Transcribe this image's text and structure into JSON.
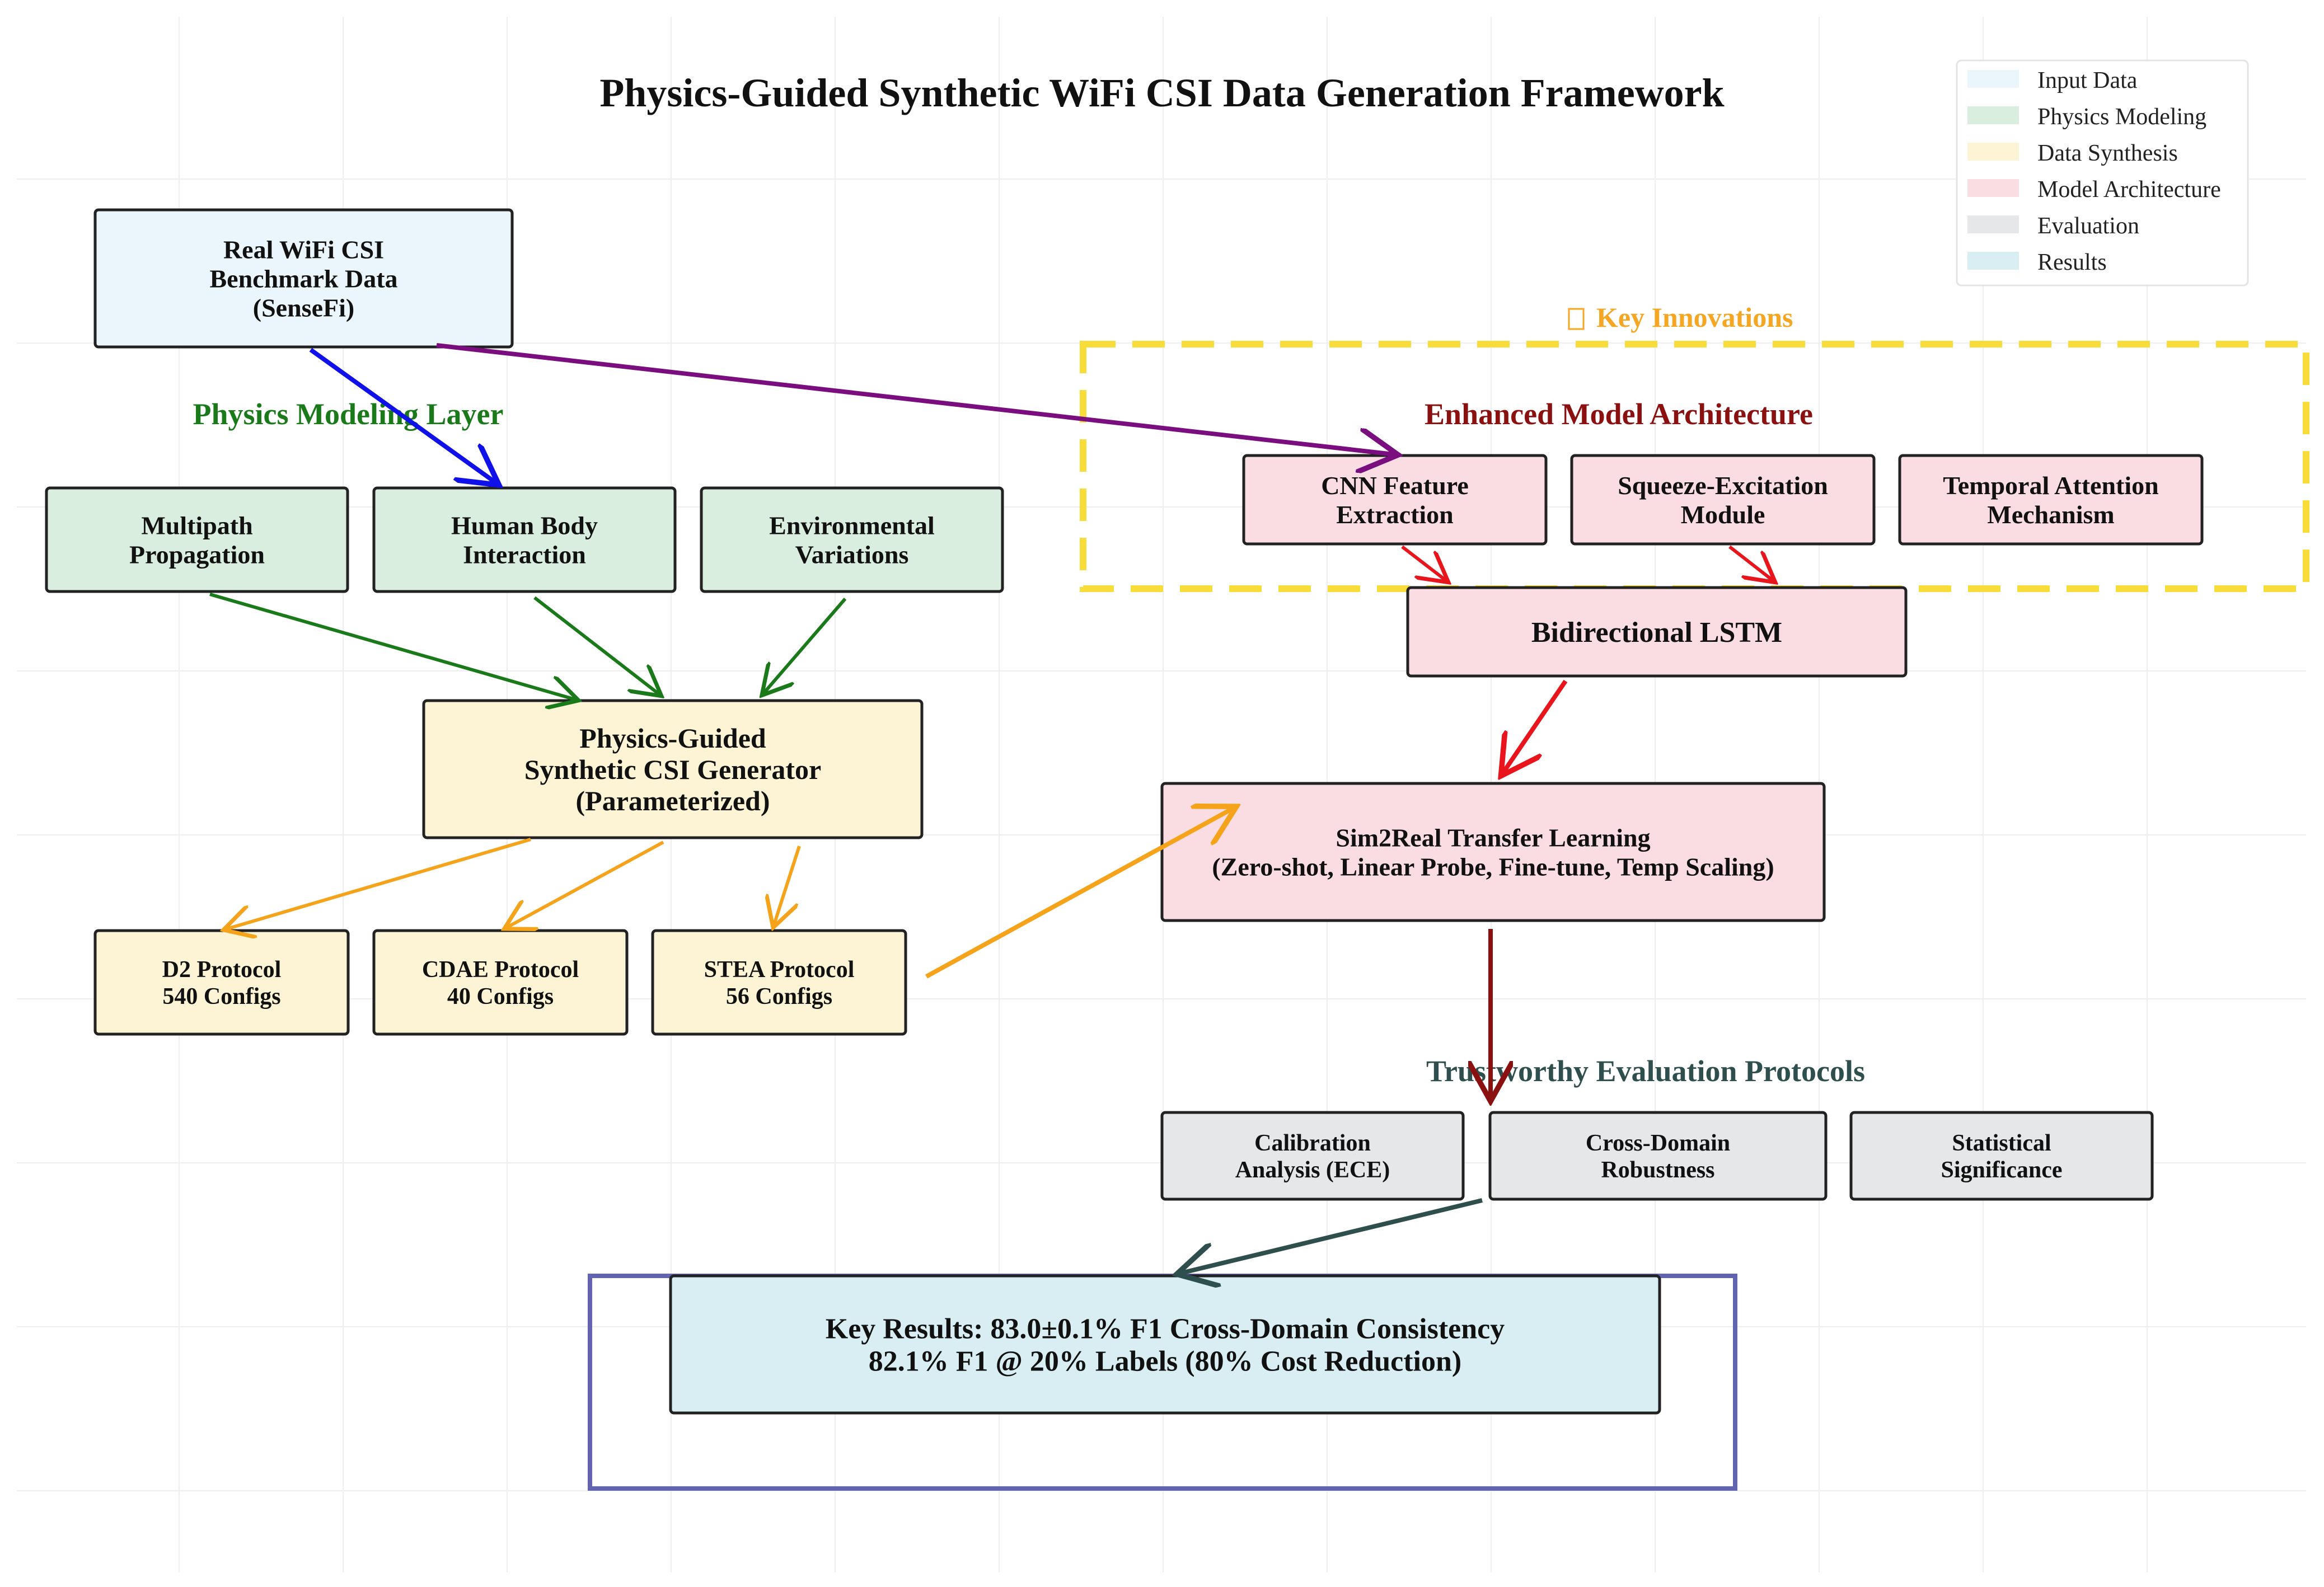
{
  "title": "Physics-Guided Synthetic WiFi CSI Data Generation Framework",
  "colors": {
    "input": "#eaf6fc",
    "physics": "#daeedf",
    "synthesis": "#fdf4d6",
    "model": "#f9dde2",
    "evaluation": "#e6e7e8",
    "results": "#d8eef2",
    "physics_title": "#1a7a1a",
    "model_title": "#8b1111",
    "eval_title": "#2f4f4f",
    "innovation": "#f5a623",
    "innovation_box": "#f7dc3a",
    "results_frame": "#6264b0",
    "arrow_blue": "#1010e8",
    "arrow_purple": "#7a0e7f",
    "arrow_green": "#1a7a1a",
    "arrow_orange": "#f4a31b",
    "arrow_red": "#e8161c",
    "arrow_darkred": "#8b1111",
    "arrow_slate": "#2f4f4f"
  },
  "legend": [
    {
      "label": "Input Data",
      "color": "#eaf6fc"
    },
    {
      "label": "Physics Modeling",
      "color": "#daeedf"
    },
    {
      "label": "Data Synthesis",
      "color": "#fdf4d6"
    },
    {
      "label": "Model Architecture",
      "color": "#f9dde2"
    },
    {
      "label": "Evaluation",
      "color": "#e6e7e8"
    },
    {
      "label": "Results",
      "color": "#d8eef2"
    }
  ],
  "sections": {
    "physics": "Physics Modeling Layer",
    "innovations": "Key Innovations",
    "innovations_icon": "lightbulb-icon",
    "model": "Enhanced Model Architecture",
    "evaluation": "Trustworthy Evaluation Protocols"
  },
  "nodes": {
    "input": [
      "Real WiFi CSI",
      "Benchmark Data",
      "(SenseFi)"
    ],
    "multipath": [
      "Multipath",
      "Propagation"
    ],
    "human_body": [
      "Human Body",
      "Interaction"
    ],
    "environmental": [
      "Environmental",
      "Variations"
    ],
    "generator": [
      "Physics-Guided",
      "Synthetic CSI Generator",
      "(Parameterized)"
    ],
    "d2": [
      "D2 Protocol",
      "540 Configs"
    ],
    "cdae": [
      "CDAE Protocol",
      "40 Configs"
    ],
    "stea": [
      "STEA Protocol",
      "56 Configs"
    ],
    "cnn": [
      "CNN Feature",
      "Extraction"
    ],
    "se": [
      "Squeeze-Excitation",
      "Module"
    ],
    "attention": [
      "Temporal Attention",
      "Mechanism"
    ],
    "lstm": [
      "Bidirectional LSTM"
    ],
    "sim2real": [
      "Sim2Real Transfer Learning",
      "(Zero-shot, Linear Probe, Fine-tune, Temp Scaling)"
    ],
    "calibration": [
      "Calibration",
      "Analysis (ECE)"
    ],
    "cross_domain": [
      "Cross-Domain",
      "Robustness"
    ],
    "statistical": [
      "Statistical",
      "Significance"
    ],
    "results": [
      "Key Results: 83.0±0.1% F1 Cross-Domain Consistency",
      "82.1% F1 @ 20% Labels (80% Cost Reduction)"
    ]
  }
}
